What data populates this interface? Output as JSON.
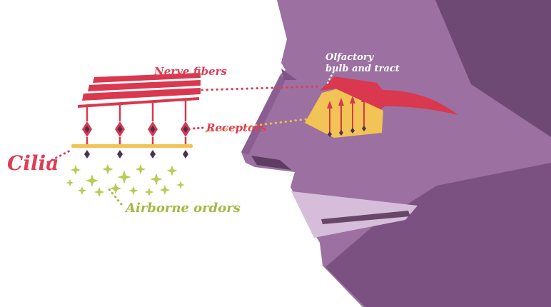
{
  "diagram": {
    "labels": {
      "nerve_fibers": "Nerve fibers",
      "olfactory_line1": "Olfactory",
      "olfactory_line2": "bulb and tract",
      "receptors": "Receptors",
      "cilia": "Cilia",
      "airborne_odors": "Airborne ordors"
    },
    "colors": {
      "accent_red": "#d9384f",
      "label_red": "#dd3e56",
      "gold": "#f2c355",
      "gold_leader": "#ecbe4a",
      "odor_green": "#b8cc57",
      "label_green": "#a3ba42",
      "face_mid_purple": "#9c70a1",
      "face_dark_purple": "#6d4973",
      "neck_purple": "#7a5180",
      "bridge_shade_purple": "#8a5e90",
      "nostril_purple": "#5d3d63",
      "lips_lavender": "#d6bedb",
      "mouth_dark": "#684669",
      "receptor_core_purple": "#4e3054",
      "background": "#ffffff",
      "olfactory_label": "#ffffff"
    }
  }
}
